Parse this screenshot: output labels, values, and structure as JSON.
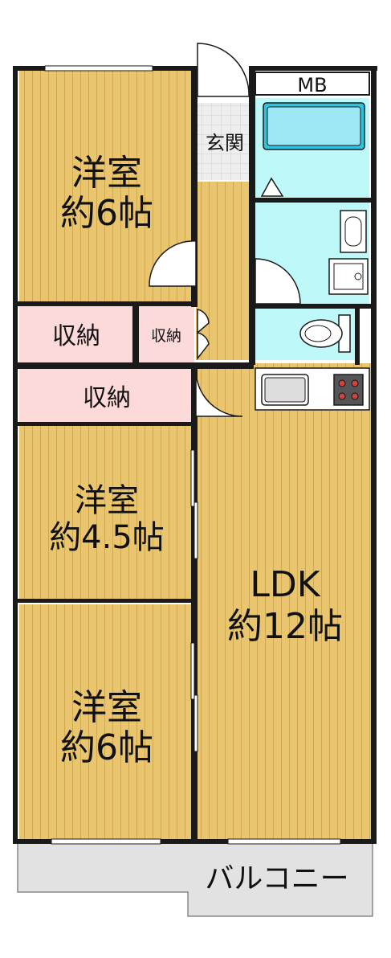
{
  "rooms": {
    "western_top": {
      "name": "洋室",
      "size": "約6帖"
    },
    "western_mid": {
      "name": "洋室",
      "size": "約4.5帖"
    },
    "western_bottom": {
      "name": "洋室",
      "size": "約6帖"
    },
    "ldk": {
      "name": "LDK",
      "size": "約12帖"
    },
    "storage_left": "収納",
    "storage_small": "収納",
    "storage_wide": "収納",
    "entrance": "玄関",
    "meter_box": "MB",
    "balcony": "バルコニー"
  },
  "colors": {
    "wood_floor": "#e7c46d",
    "storage": "#fddada",
    "wet_area": "#bff8f8",
    "balcony": "#e2e2e2",
    "entrance_tile": "#ececec",
    "wall": "#1a1a1a"
  }
}
